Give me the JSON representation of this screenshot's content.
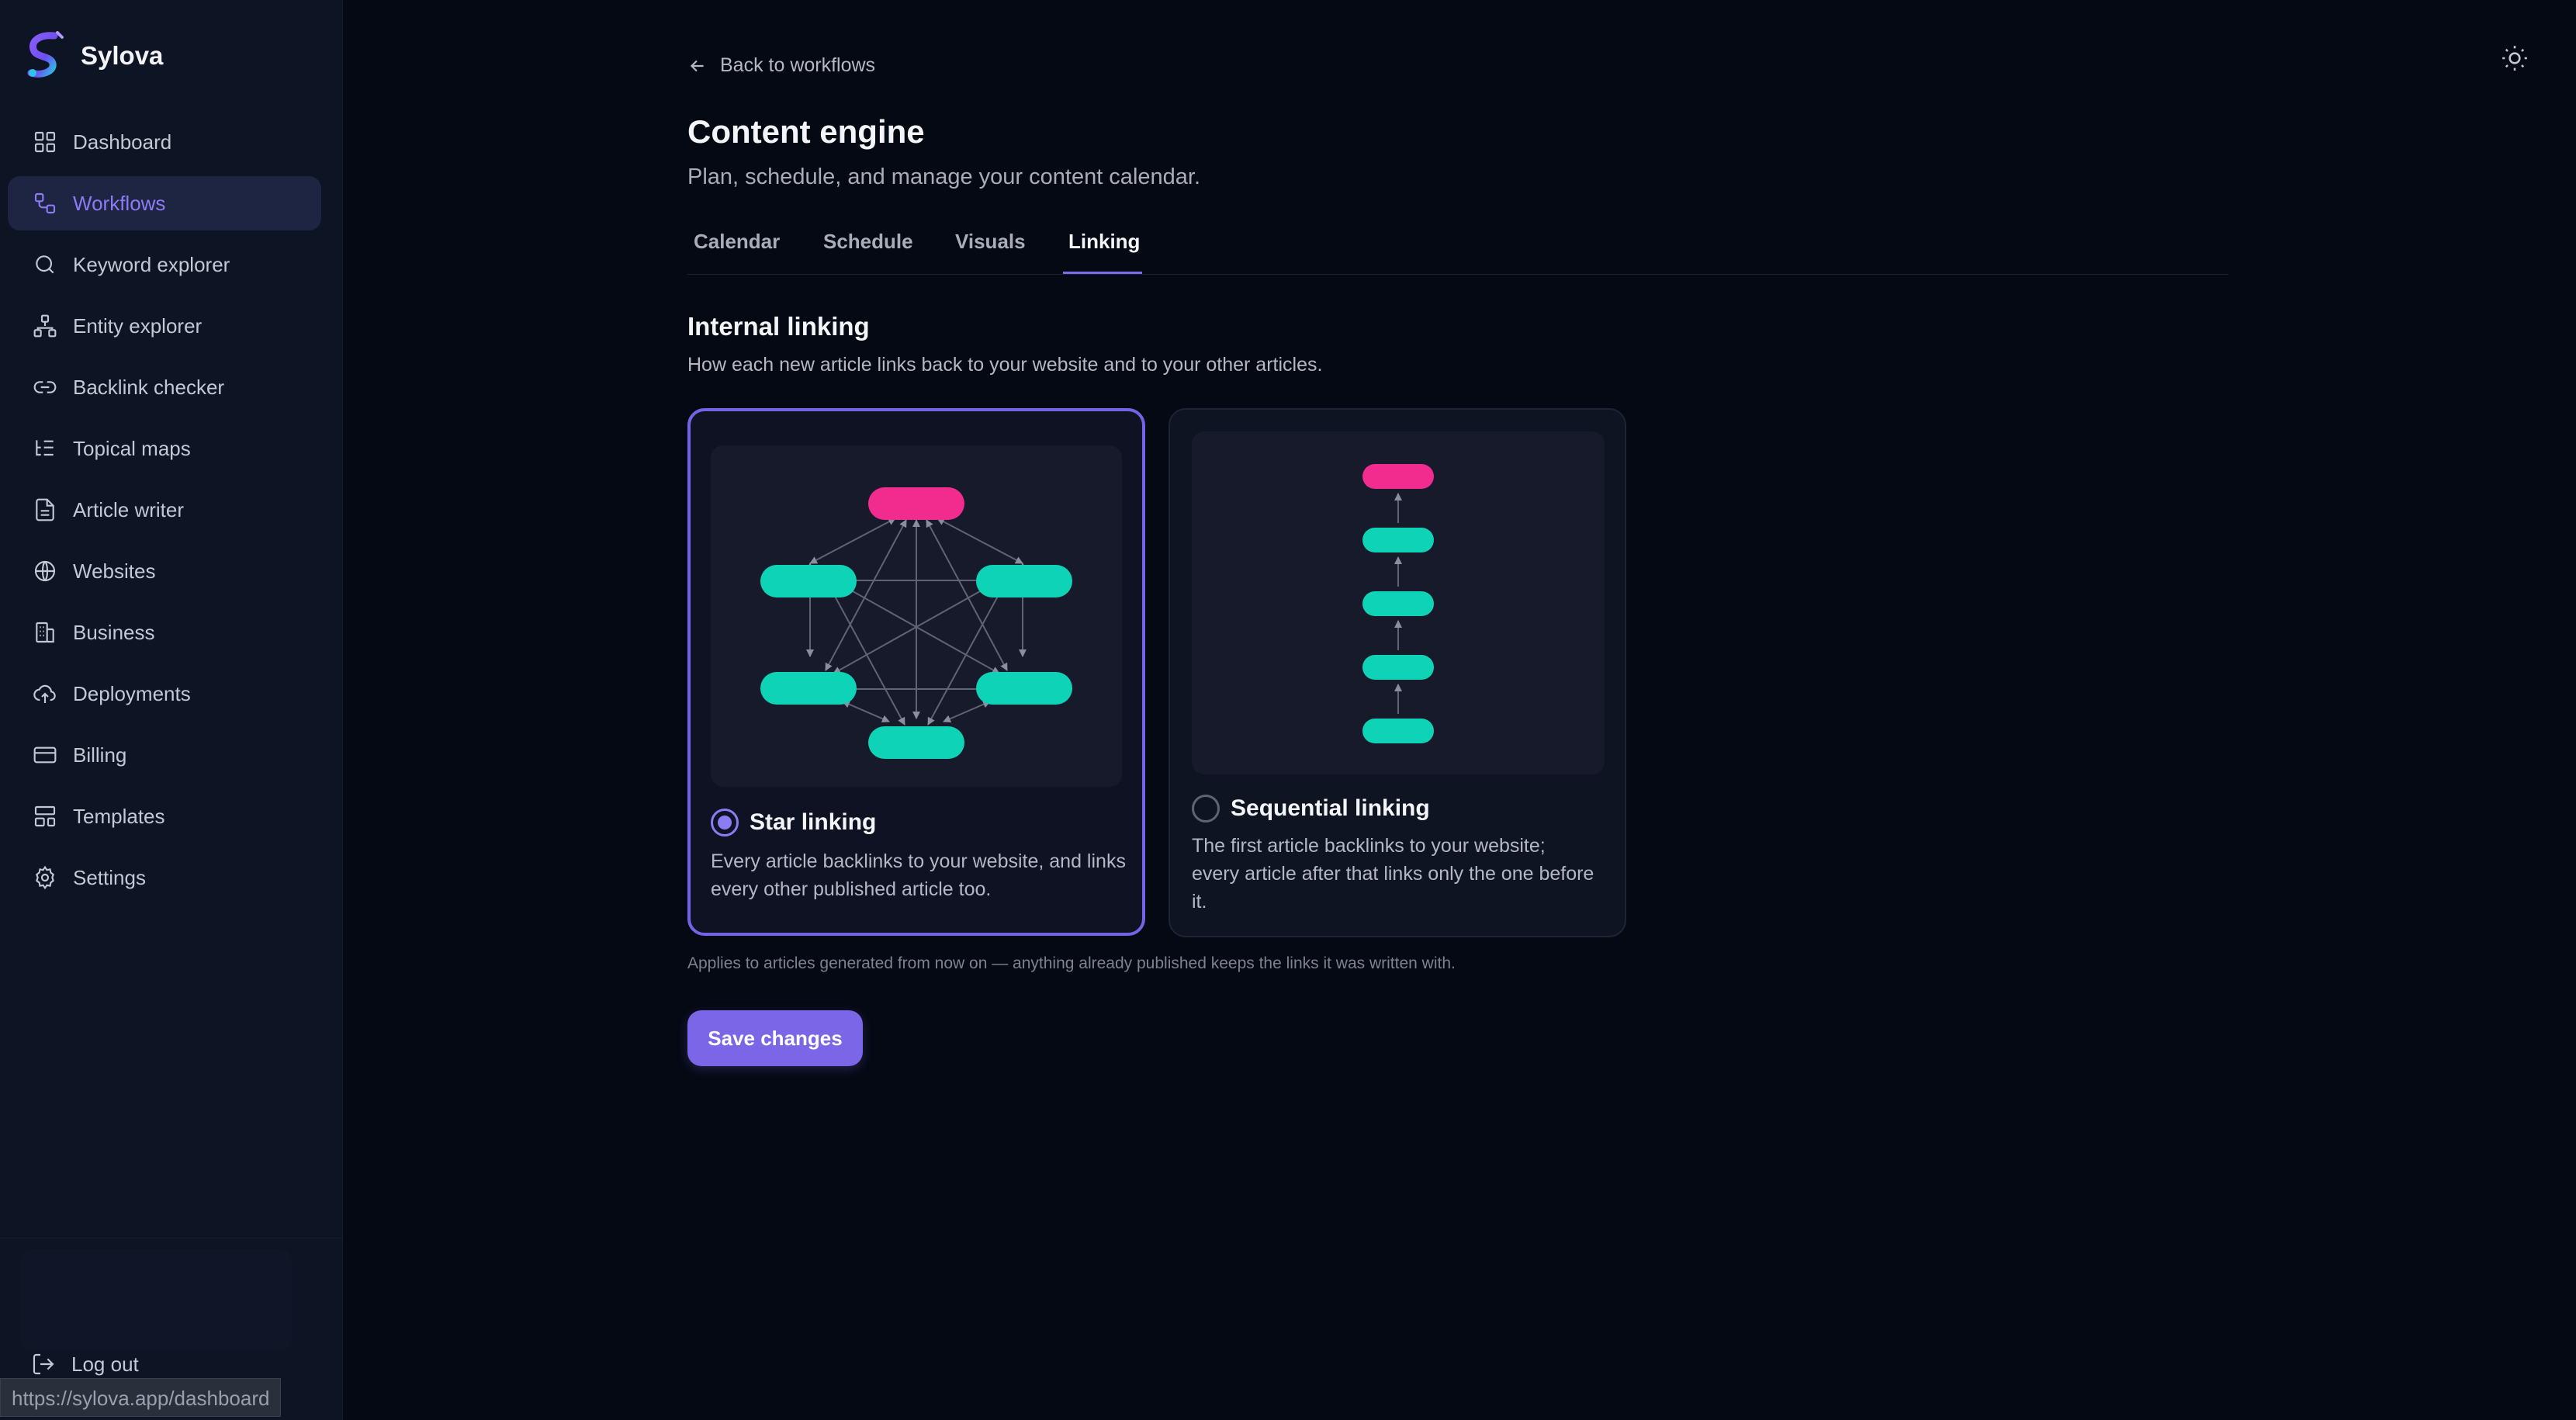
{
  "brand": {
    "name": "Sylova"
  },
  "colors": {
    "accent": "#7a66e6",
    "hub": "#f22c8f",
    "node": "#0fd3b6"
  },
  "sidebar": {
    "items": [
      {
        "label": "Dashboard",
        "icon": "dashboard-grid-icon"
      },
      {
        "label": "Workflows",
        "icon": "workflow-icon",
        "active": true
      },
      {
        "label": "Keyword explorer",
        "icon": "search-icon"
      },
      {
        "label": "Entity explorer",
        "icon": "network-icon"
      },
      {
        "label": "Backlink checker",
        "icon": "link-icon"
      },
      {
        "label": "Topical maps",
        "icon": "list-tree-icon"
      },
      {
        "label": "Article writer",
        "icon": "document-icon"
      },
      {
        "label": "Websites",
        "icon": "globe-icon"
      },
      {
        "label": "Business",
        "icon": "building-icon"
      },
      {
        "label": "Deployments",
        "icon": "cloud-upload-icon"
      },
      {
        "label": "Billing",
        "icon": "credit-card-icon"
      },
      {
        "label": "Templates",
        "icon": "layout-icon"
      },
      {
        "label": "Settings",
        "icon": "gear-icon"
      }
    ],
    "logout_label": "Log out",
    "status_url": "https://sylova.app/dashboard"
  },
  "header": {
    "back_label": "Back to workflows",
    "title": "Content engine",
    "subtitle": "Plan, schedule, and manage your content calendar."
  },
  "tabs": [
    {
      "label": "Calendar"
    },
    {
      "label": "Schedule"
    },
    {
      "label": "Visuals"
    },
    {
      "label": "Linking",
      "active": true
    }
  ],
  "section": {
    "title": "Internal linking",
    "description": "How each new article links back to your website and to your other articles."
  },
  "options": [
    {
      "title": "Star linking",
      "description": "Every article backlinks to your website, and links every other published article too.",
      "selected": true
    },
    {
      "title": "Sequential linking",
      "description": "The first article backlinks to your website; every article after that links only the one before it.",
      "selected": false
    }
  ],
  "footnote": "Applies to articles generated from now on — anything already published keeps the links it was written with.",
  "save_label": "Save changes"
}
